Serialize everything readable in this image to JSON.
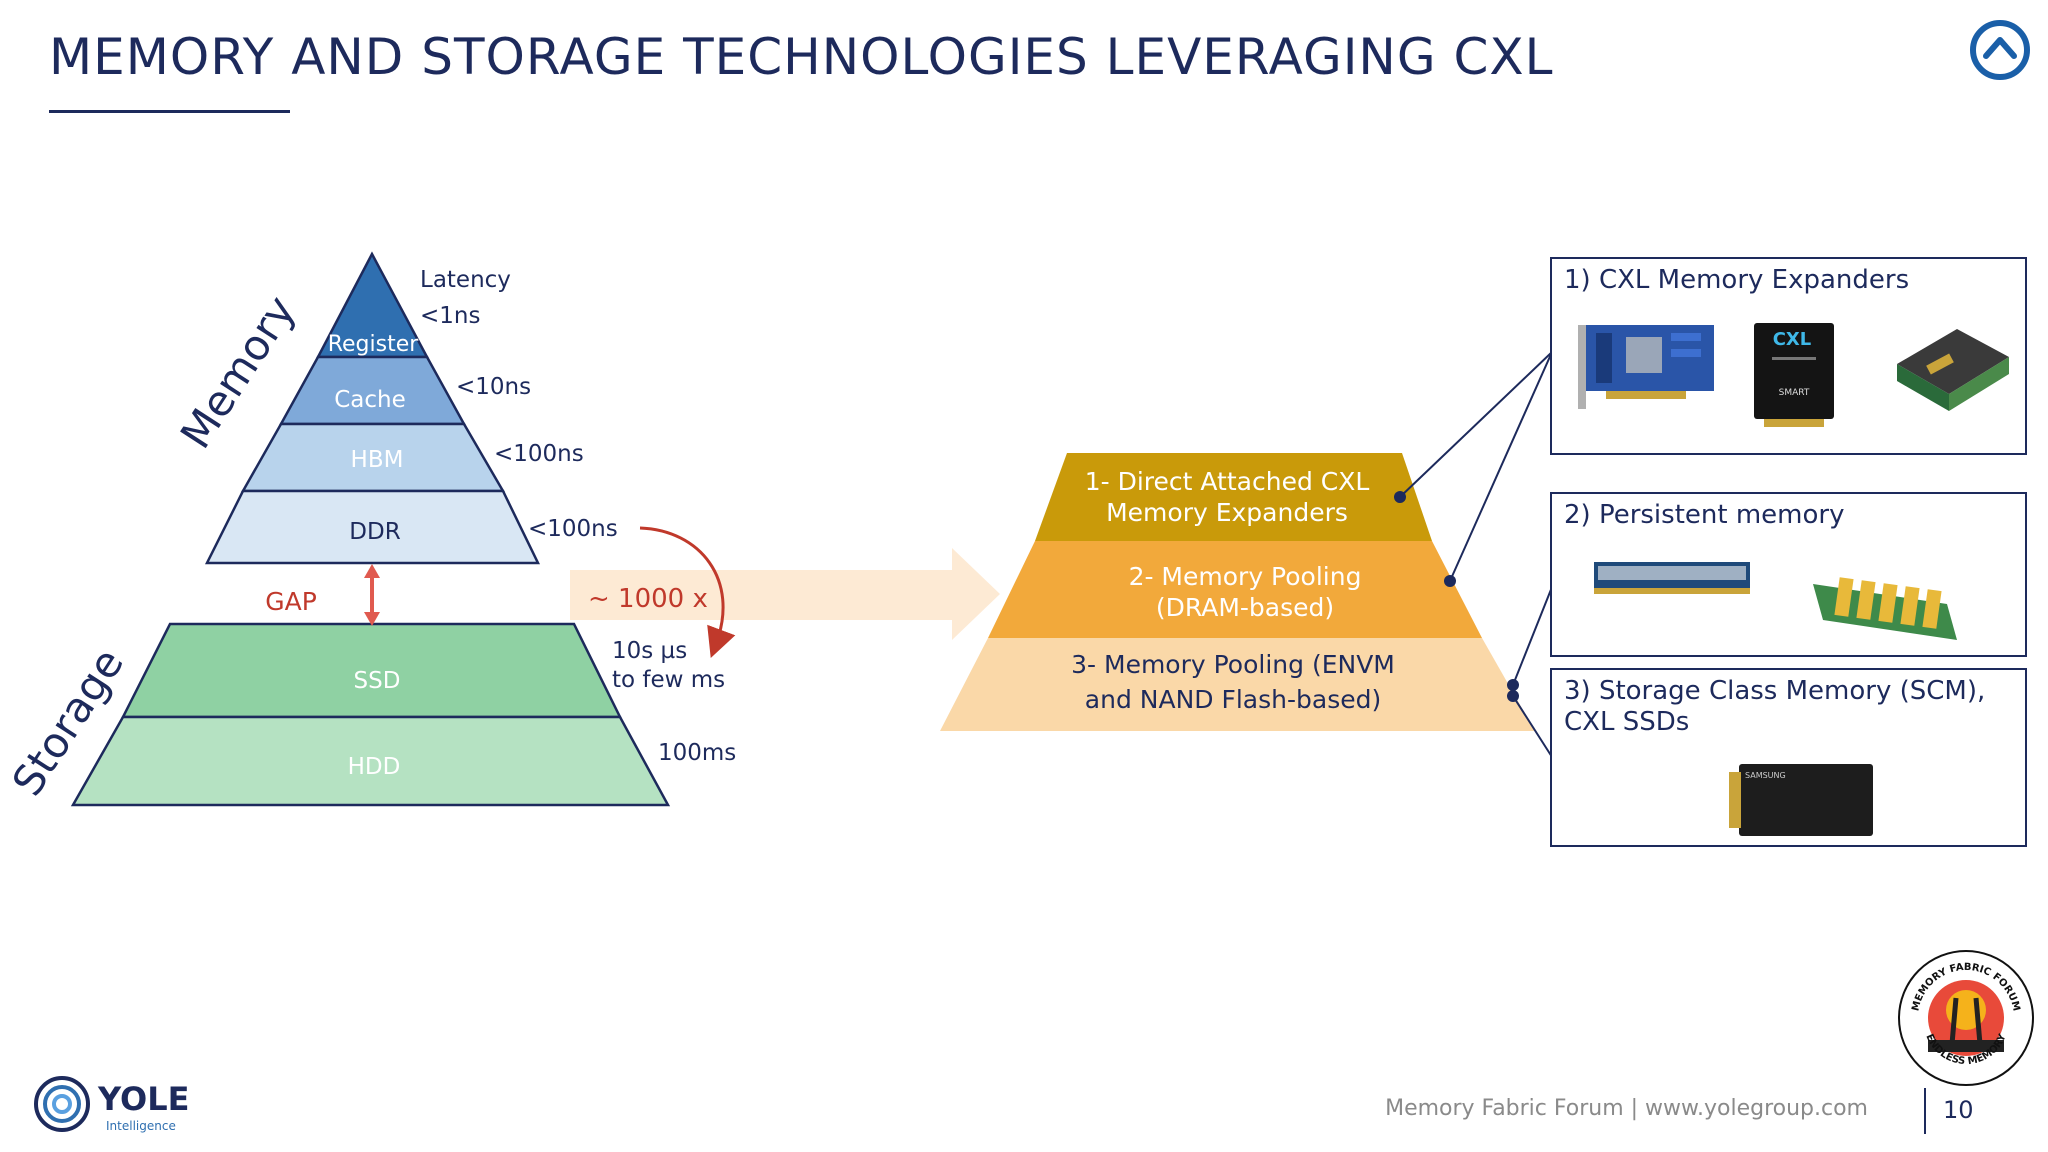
{
  "slide": {
    "title": "MEMORY AND STORAGE TECHNOLOGIES LEVERAGING CXL",
    "footer": "Memory Fabric Forum | www.yolegroup.com",
    "page_number": "10"
  },
  "pyramid": {
    "latency_header": "Latency",
    "memory_label": "Memory",
    "storage_label": "Storage",
    "gap_label": "GAP",
    "multiplier": "~ 1000 x",
    "levels": [
      {
        "name": "Register",
        "latency": "<1ns",
        "color": "#2f6fb0"
      },
      {
        "name": "Cache",
        "latency": "<10ns",
        "color": "#7fa9d9"
      },
      {
        "name": "HBM",
        "latency": "<100ns",
        "color": "#b8d3ec"
      },
      {
        "name": "DDR",
        "latency": "<100ns",
        "color": "#d9e7f4"
      },
      {
        "name": "SSD",
        "latency_line1": "10s µs",
        "latency_line2": "to few ms",
        "color": "#8fd1a3"
      },
      {
        "name": "HDD",
        "latency": "100ms",
        "color": "#b5e2c2"
      }
    ]
  },
  "cxl_pyramid": {
    "tiers": [
      {
        "line1": "1- Direct Attached CXL",
        "line2": "Memory Expanders",
        "color": "#c99a0a"
      },
      {
        "line1": "2- Memory Pooling",
        "line2": "(DRAM-based)",
        "color": "#f2a93b"
      },
      {
        "line1": "3- Memory Pooling (ENVM",
        "line2": "and NAND Flash-based)",
        "color": "#fad8a8"
      }
    ]
  },
  "panels": [
    {
      "title": "1) CXL Memory Expanders"
    },
    {
      "title": "2) Persistent memory"
    },
    {
      "title_line1": "3) Storage Class Memory (SCM),",
      "title_line2": "CXL SSDs"
    }
  ],
  "images": {
    "cxl_module_text": "CXL",
    "cxl_module_sub": "SMART",
    "ssd_brand": "SAMSUNG"
  },
  "logos": {
    "yole_name": "YOLE",
    "yole_sub": "Intelligence",
    "forum_top": "MEMORY FABRIC FORUM",
    "forum_bottom": "ENDLESS MEMORY"
  }
}
